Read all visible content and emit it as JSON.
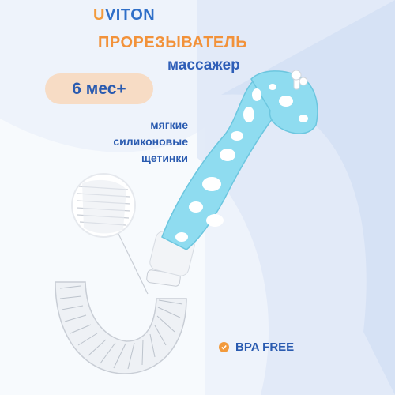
{
  "brand": {
    "first_letter": "U",
    "rest": "VITON"
  },
  "product": {
    "title": "ПРОРЕЗЫВАТЕЛЬ",
    "subtitle": "массажер",
    "age_badge": "6 мес+"
  },
  "features": {
    "bristles": [
      "мягкие",
      "силиконовые",
      "щетинки"
    ],
    "bpa_free": "BPA FREE"
  },
  "colors": {
    "background": "#eef3fb",
    "accent_orange": "#f29a3c",
    "text_blue": "#2a5bb0",
    "toy_blue": "#8fdcf0",
    "toy_spots": "#ffffff",
    "badge_bg": "#f7dcc5"
  },
  "icons": {
    "bpa": "check-circle-icon"
  }
}
